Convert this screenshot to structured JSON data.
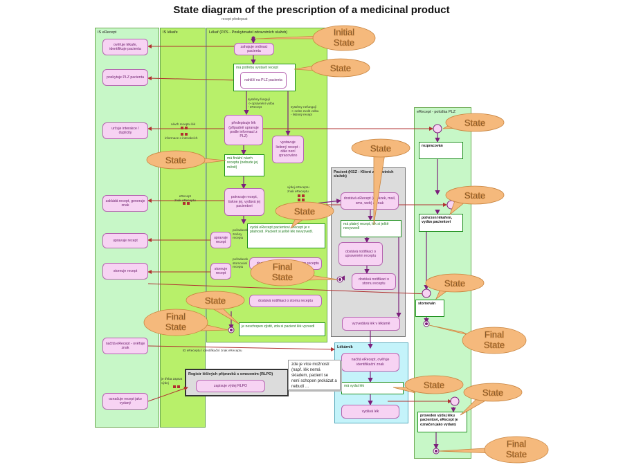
{
  "title": "State diagram of the prescription of a medicinal product",
  "subtitle": "recept  předepsat",
  "lanes": {
    "is_erecept": "IS eRecept",
    "is_lekare": "IS lékaře",
    "lekar": "Lékař (PZS - Poskytovatel zdravotních služeb)",
    "pacient": "Pacient (KSZ - Klient zdravotních služeb)",
    "lekarnik": "Lékárník",
    "erecept_polozka": "eRecept - položka PLZ",
    "rlpo": "Registr léčivých přípravků s omezením (RLPO)"
  },
  "activities": {
    "overuje_lekare": "ověřuje lékaře, identifikuje pacienta",
    "poskytuje_plz": "poskytuje PLZ pacienta",
    "urcuje_interakce": "určuje interakce / duplicity",
    "zaklada_recept": "zakládá recept, generuje znak",
    "upravuje_recept_is": "upravuje recept",
    "stornuje_recept_is": "stornuje recept",
    "nacita_erecept": "načítá eRecept - ověřuje znak",
    "oznacuje_recept": "označuje recept jako vydaný",
    "zahajuje": "zahajuje ordinaci pacienta",
    "nahlizi": "nahlíží na PLZ pacienta",
    "predepisuje": "předepisuje lék (případně upravuje podle informací z PLZ)",
    "vystavuje_listinny": "vystavuje listinný recept - dále není zpracováno",
    "potvrzuje": "potvrzuje recept, tiskne jej, vydává jej pacientovi",
    "upravuje_recept_lekar": "upravuje recept",
    "stornuje_recept_lekar": "stornuje recept",
    "dostava_notifikaci_uprav_lekar": "dostává notifikaci o upraveném receptu",
    "dostava_notifikaci_storno_lekar": "dostává notifikaci o stornu receptu",
    "dostava_erecept": "dostává eRecept (obrázek, mail, sms, web) a znak",
    "dostava_notifikaci_uprav": "dostává notifikaci o upraveném receptu",
    "dostava_notifikaci_storno": "dostává notifikaci o stornu receptu",
    "vyzvedava": "vyzvedává lék v lékárně",
    "nacita_lekarnik": "načítá eRecept, ověřuje identifikační znak",
    "vydava_lek": "vydává lék",
    "zapisuje_rlpo": "zapisuje výdej RLPO"
  },
  "states": {
    "ma_potrebu": "má potřebu vystavit recept",
    "ma_finalni": "má finální návrh receptu (nebude jej měnit)",
    "vydal_erecept": "vydal eRecept pacientovi. Recept je v platnosti. Pacient si ještě lék nevyzvedl.",
    "ma_platny": "má platný recept, lék si ještě nevyzvedl",
    "neschopen": "je neschopen zjistit, zda si pacient lék vyzvedl",
    "ma_vydat": "má vydat lék",
    "rozpracovan": "rozpracován",
    "potvrzen": "potvrzen lékařem, vydán pacientovi",
    "stornovan": "stornován",
    "proveden_vydej": "proveden výdej léku pacientovi, eRecept je označen jako vydaný"
  },
  "labels": {
    "systemy_funguji": "systémy fungují\n-> oprávnění volba\n- eRecept",
    "systemy_nefunguji": "systémy nefungují\n-> nelze zvolit volbu\n- listinný recept",
    "navrh_lek": "návrh receptu lék",
    "informace_interakce": "informace o interakcích",
    "erecept_znak": "eRecept\nznak eReceptu",
    "vydej_erecept": "výdej eReceptu\nznak eReceptu",
    "pozadavek_zmeny": "požadavek změny receptu",
    "pozadavek_storna": "požadavek stornování receptu",
    "id_erecept": "ID eReceptu / identifikační znak eReceptu",
    "je_treba_zapsat": "je třeba zapsat výdej"
  },
  "note": "zde je více možností (např. lék nemá skladem, pacient se není schopen prokázat a nebudí ...",
  "callouts": {
    "initial_state": "Initial State",
    "state": "State",
    "final_state": "Final State"
  },
  "colors": {
    "lane_green": "#c7f7c7",
    "lane_lime": "#b8f06a",
    "lane_gray": "#dcdcdc",
    "lane_cyan": "#c4f3fa",
    "activity_fill": "#f7d3f3",
    "flow_purple": "#7b1f7b",
    "flow_red": "#b03030",
    "state_border": "#1e8f1e",
    "callout_fill": "#f5b97c"
  }
}
